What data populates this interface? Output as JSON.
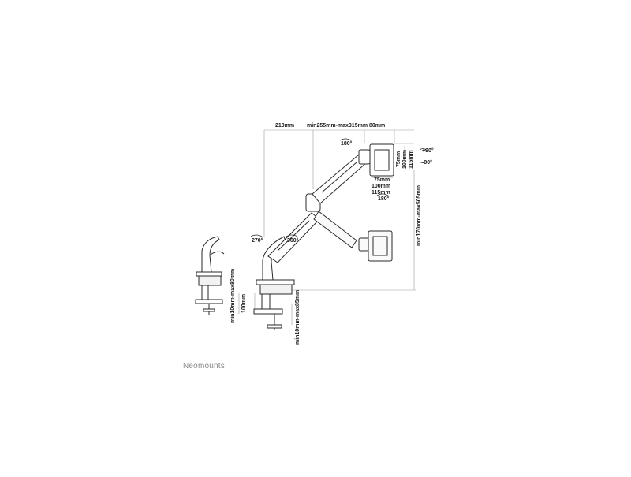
{
  "brand": "Neomounts",
  "dimensions": {
    "depth_base": "210mm",
    "arm_reach": "min255mm-max315mm",
    "head_depth": "80mm",
    "vesa_v1": "75mm",
    "vesa_v2": "100mm",
    "vesa_v3": "115mm",
    "vesa_h1": "75mm",
    "vesa_h2": "100mm",
    "vesa_h3": "115mm",
    "height_range": "min170mm-max505mm",
    "clamp_range": "min10mm-max80mm",
    "clamp_offset": "100mm",
    "grommet_range": "min10mm-max85mm"
  },
  "rotations": {
    "head_tilt_top": "180°",
    "head_tilt_bottom": "180°",
    "rotate_plus": "+90°",
    "rotate_minus": "-90°",
    "base_swivel": "270°",
    "arm_swivel": "360°"
  },
  "icons": {
    "arrow": "curved-arrow-icon"
  },
  "colors": {
    "line": "#2a2a2a",
    "guide": "#9a9a9a",
    "text": "#1a1a1a",
    "brand": "#8a8a8a"
  }
}
